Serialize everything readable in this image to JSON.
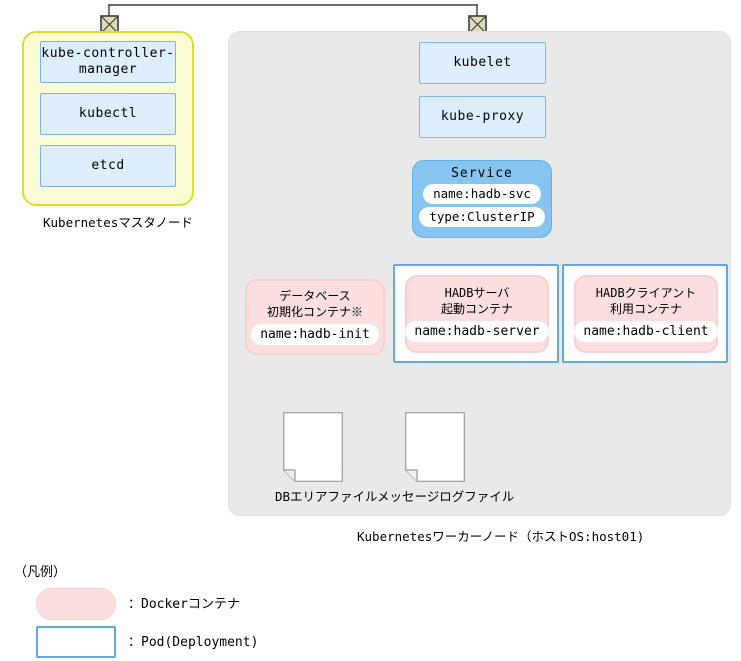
{
  "diagram": {
    "master_node": {
      "caption": "Kubernetesマスタノード",
      "boxes": [
        {
          "label": "kube-controller-\nmanager"
        },
        {
          "label": "kubectl"
        },
        {
          "label": "etcd"
        }
      ]
    },
    "worker_node": {
      "caption": "Kubernetesワーカーノード（ホストOS:host01)",
      "top_boxes": [
        {
          "label": "kubelet"
        },
        {
          "label": "kube-proxy"
        }
      ],
      "service": {
        "title": "Service",
        "properties": [
          "name:hadb-svc",
          "type:ClusterIP"
        ]
      },
      "containers": [
        {
          "title": "データベース\n初期化コンテナ※",
          "name": "name:hadb-init",
          "in_pod": false
        },
        {
          "title": "HADBサーバ\n起動コンテナ",
          "name": "name:hadb-server",
          "in_pod": true
        },
        {
          "title": "HADBクライアント\n利用コンテナ",
          "name": "name:hadb-client",
          "in_pod": true
        }
      ],
      "files": [
        {
          "label": "DBエリアファイル"
        },
        {
          "label": "メッセージログファイル"
        }
      ]
    },
    "legend": {
      "title": "（凡例）",
      "items": [
        {
          "shape": "pink-rounded",
          "text": "：Dockerコンテナ"
        },
        {
          "shape": "blue-rect",
          "text": "：Pod(Deployment)"
        }
      ]
    },
    "colors": {
      "master_panel_fill": "#fbfbd6",
      "master_panel_border": "#dcdc33",
      "worker_panel_fill": "#e9e9e9",
      "k8s_box_fill": "#ddeeff",
      "k8s_box_border": "#7fb2e5",
      "service_fill": "#85c5ef",
      "container_fill": "#fbdede",
      "container_border": "#f9cfd0",
      "pod_border": "#5ea8e5",
      "connector_stroke": "#3b3b3b",
      "connector_node_fill": "#ded9b6"
    }
  }
}
